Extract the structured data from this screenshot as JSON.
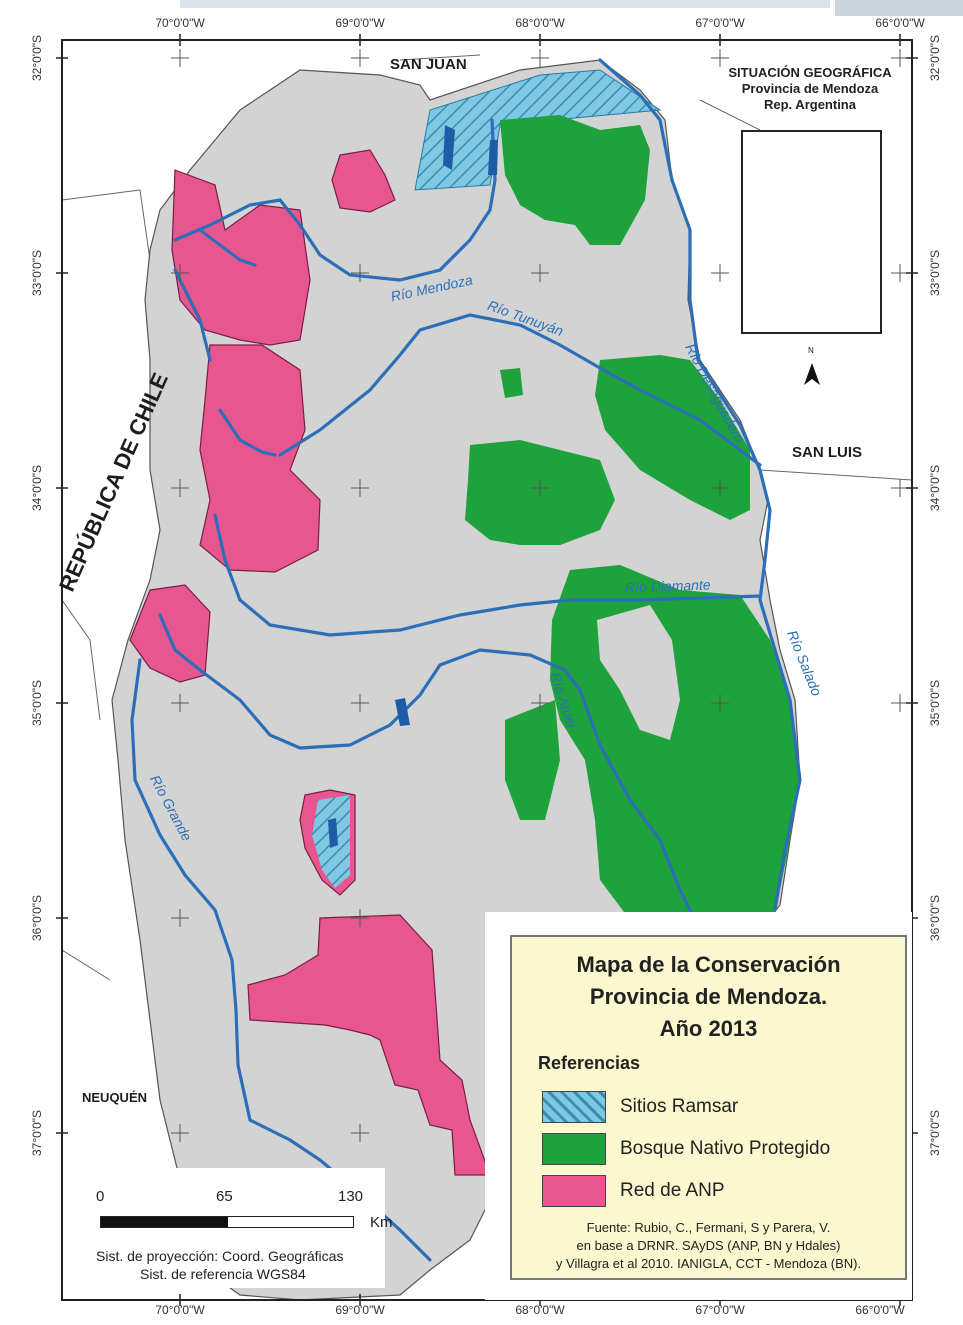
{
  "map": {
    "coords": {
      "longitudes": [
        "70°0'0\"W",
        "69°0'0\"W",
        "68°0'0\"W",
        "67°0'0\"W",
        "66°0'0\"W"
      ],
      "latitudes": [
        "32°0'0\"S",
        "33°0'0\"S",
        "34°0'0\"S",
        "35°0'0\"S",
        "36°0'0\"S",
        "37°0'0\"S"
      ]
    },
    "regions": {
      "san_juan": "SAN JUAN",
      "san_luis": "SAN LUIS",
      "chile": "REPÚBLICA DE CHILE",
      "neuquen": "NEUQUÉN"
    },
    "rivers": {
      "mendoza": "Río Mendoza",
      "tunuyan": "Río Tunuyán",
      "desaguadero": "Río Desaguadero",
      "diamante": "Río Diamante",
      "salado": "Río Salado",
      "atuel": "Río Atuel",
      "grande": "Río Grande"
    },
    "colors": {
      "land": "#d3d3d3",
      "ramsar_fill": "#7ec8e3",
      "forest": "#1ea23c",
      "anp": "#e8568f",
      "river": "#2c6fb8",
      "outside": "#ffffff"
    }
  },
  "inset": {
    "title_lines": [
      "SITUACIÓN GEOGRÁFICA",
      "Provincia de Mendoza",
      "Rep. Argentina"
    ],
    "north_label": "N"
  },
  "legend": {
    "title_lines": [
      "Mapa de la Conservación",
      "Provincia de Mendoza.",
      "Año 2013"
    ],
    "references_label": "Referencias",
    "items": [
      {
        "label": "Sitios Ramsar",
        "icon": "ramsar-hatched-swatch"
      },
      {
        "label": "Bosque Nativo Protegido",
        "icon": "green-swatch"
      },
      {
        "label": "Red de ANP",
        "icon": "pink-swatch"
      }
    ],
    "source_lines": [
      "Fuente: Rubio, C., Fermani, S y Parera, V.",
      "en base a DRNR. SAyDS (ANP, BN y Hdales)",
      "y Villagra et al 2010. IANIGLA, CCT - Mendoza (BN)."
    ]
  },
  "scale": {
    "ticks": [
      "0",
      "65",
      "130"
    ],
    "unit": "Km",
    "projection": "Sist. de proyección: Coord. Geográficas",
    "reference": "Sist. de referencia WGS84"
  }
}
